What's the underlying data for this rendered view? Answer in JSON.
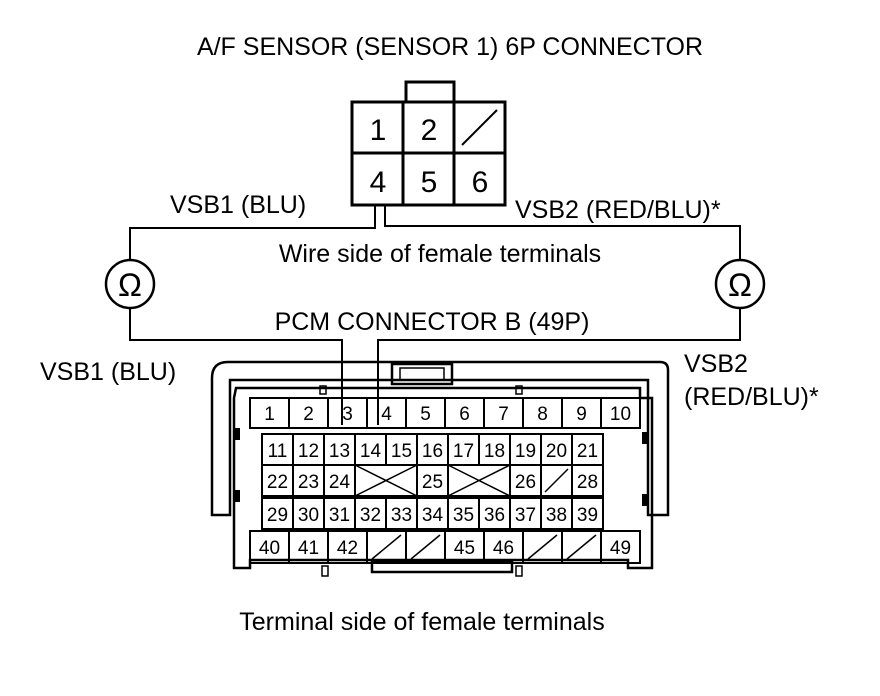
{
  "sensor_connector": {
    "title": "A/F SENSOR (SENSOR 1) 6P CONNECTOR",
    "pins_top": [
      "1",
      "2",
      ""
    ],
    "pins_bottom": [
      "4",
      "5",
      "6"
    ],
    "view_label": "Wire side of female terminals"
  },
  "pcm_connector": {
    "title": "PCM CONNECTOR B (49P)",
    "rows": [
      [
        "1",
        "2",
        "3",
        "4",
        "5",
        "6",
        "7",
        "8",
        "9",
        "10"
      ],
      [
        "11",
        "12",
        "13",
        "14",
        "15",
        "16",
        "17",
        "18",
        "19",
        "20",
        "21"
      ],
      [
        "22",
        "23",
        "24",
        "25",
        "26",
        "28"
      ],
      [
        "29",
        "30",
        "31",
        "32",
        "33",
        "34",
        "35",
        "36",
        "37",
        "38",
        "39"
      ],
      [
        "40",
        "41",
        "42",
        "45",
        "46",
        "49"
      ]
    ],
    "view_label": "Terminal side of female terminals"
  },
  "labels": {
    "vsb1_upper": "VSB1 (BLU)",
    "vsb2_upper": "VSB2 (RED/BLU)*",
    "vsb1_lower": "VSB1 (BLU)",
    "vsb2_lower_line1": "VSB2",
    "vsb2_lower_line2": "(RED/BLU)*"
  },
  "meters": {
    "left_symbol": "Ω",
    "right_symbol": "Ω"
  }
}
